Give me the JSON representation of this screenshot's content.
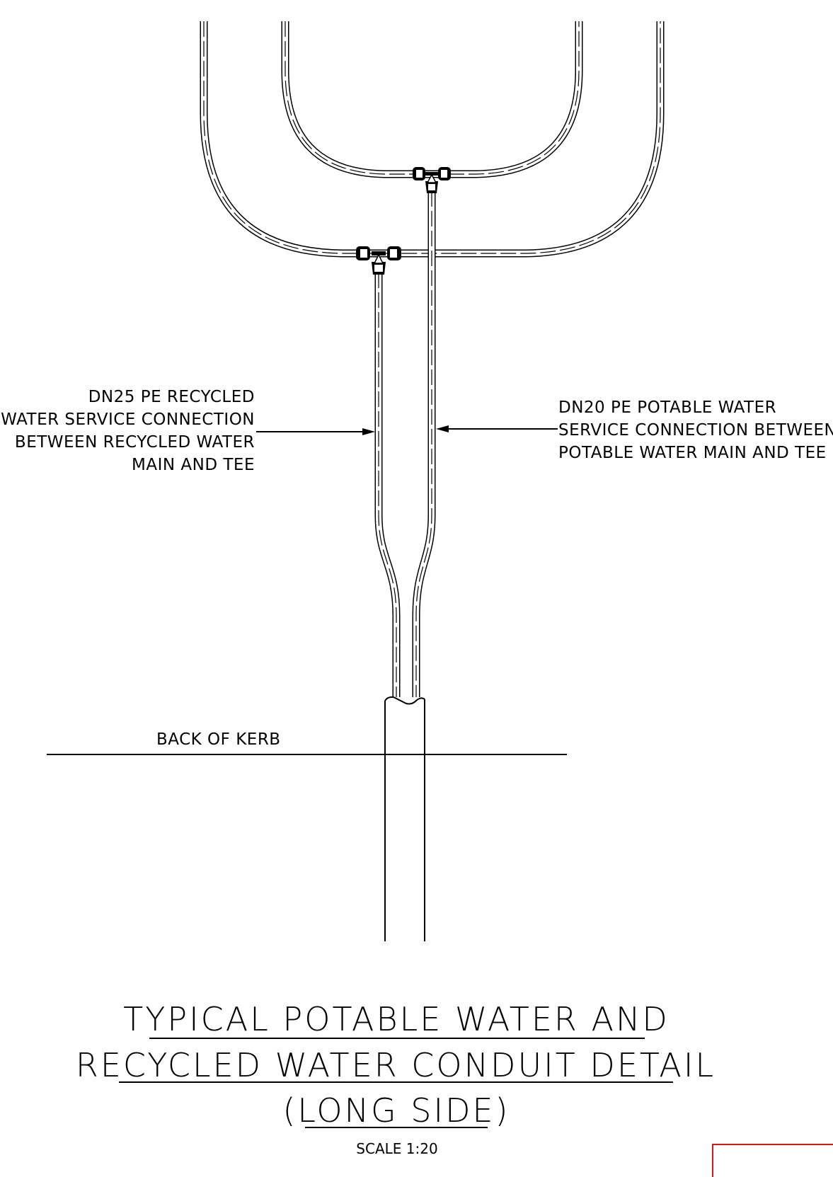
{
  "labels": {
    "recycled_line1": "DN25 PE RECYCLED",
    "recycled_line2": "WATER SERVICE CONNECTION",
    "recycled_line3": "BETWEEN RECYCLED WATER",
    "recycled_line4": "MAIN AND TEE",
    "potable_line1": "DN20 PE POTABLE WATER",
    "potable_line2": "SERVICE CONNECTION BETWEEN",
    "potable_line3": "POTABLE WATER MAIN AND TEE",
    "back_of_kerb": "BACK OF KERB"
  },
  "title": {
    "line1": "TYPICAL POTABLE WATER AND",
    "line2": "RECYCLED WATER CONDUIT DETAIL",
    "line3": "(LONG SIDE)",
    "scale": "SCALE 1:20"
  },
  "colors": {
    "linework": "#000000",
    "background": "#ffffff",
    "border_accent": "#e0141e"
  }
}
